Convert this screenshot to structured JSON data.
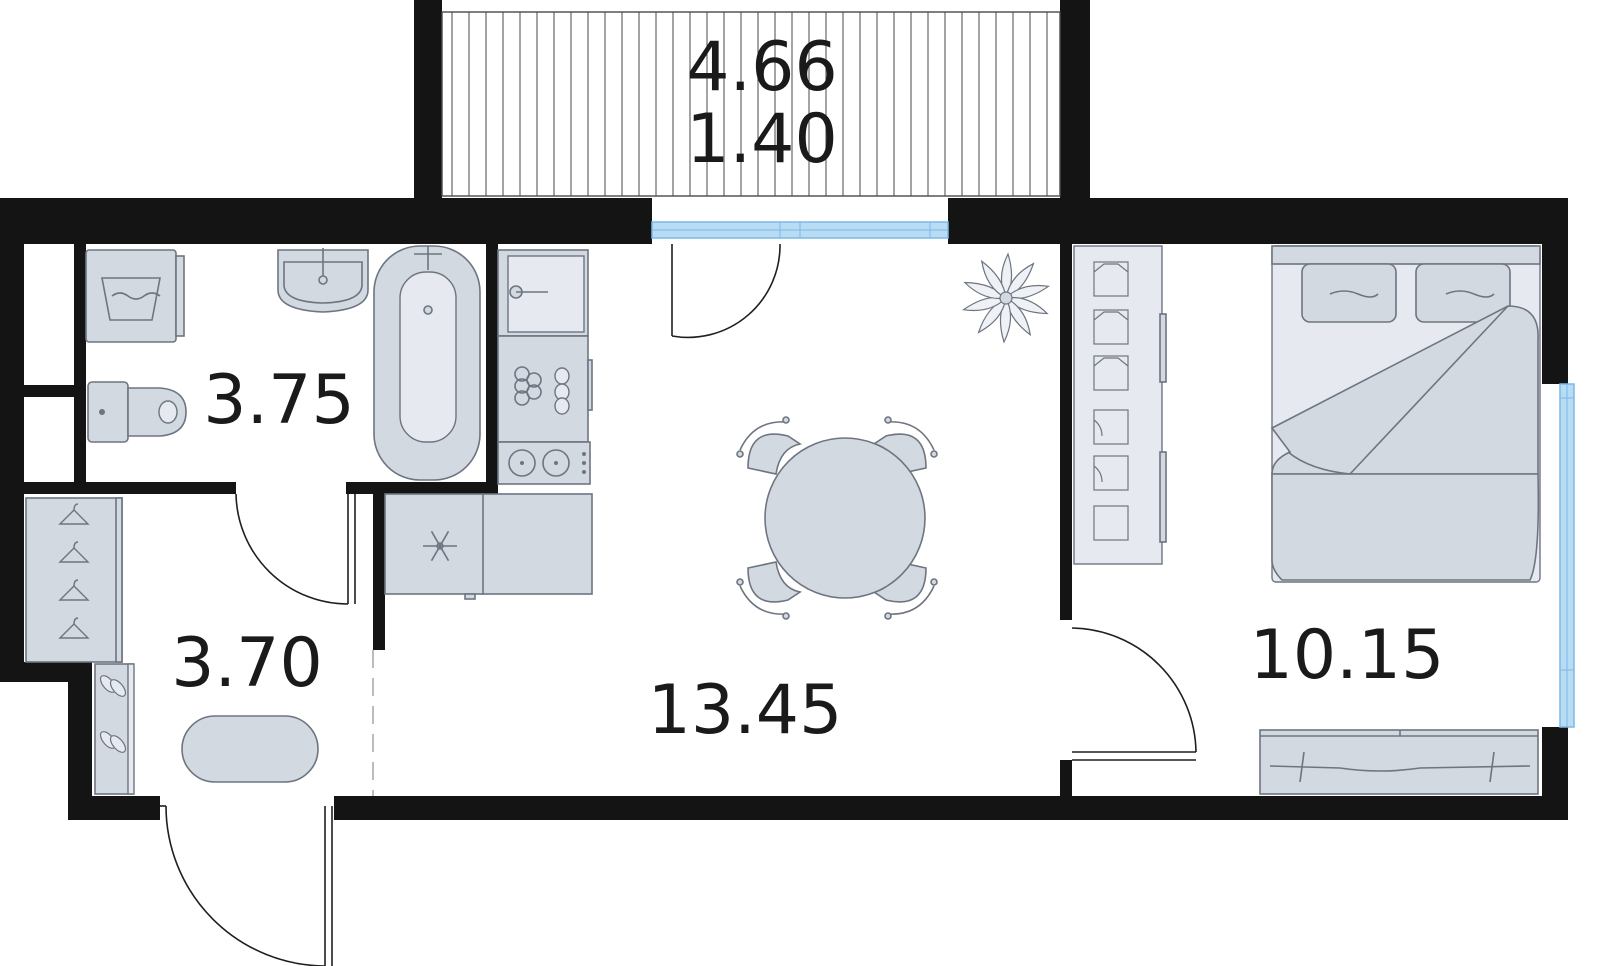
{
  "rooms": {
    "balcony": {
      "area": "4.66",
      "area_reduced": "1.40"
    },
    "bathroom": {
      "area": "3.75"
    },
    "hallway": {
      "area": "3.70"
    },
    "kitchen_living": {
      "area": "13.45"
    },
    "bedroom": {
      "area": "10.15"
    }
  },
  "colors": {
    "wall": "#141414",
    "fixture_fill": "#d3d9e1",
    "fixture_stroke": "#6e7580",
    "window": "#b9dcf5",
    "text": "#1a1a1a"
  }
}
